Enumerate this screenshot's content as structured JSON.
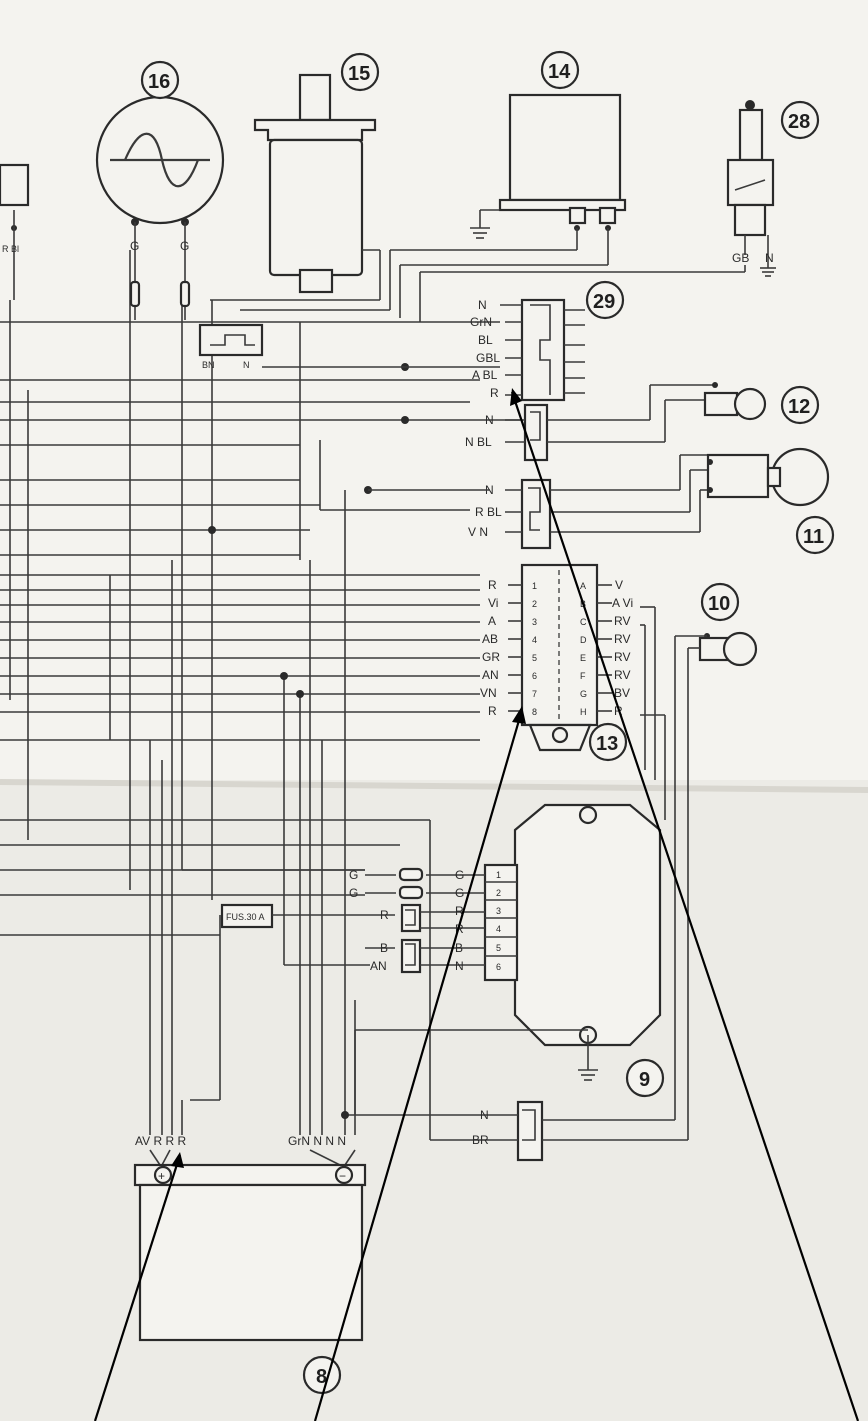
{
  "components": {
    "alternator": "16",
    "ignition_coil": "15",
    "relay": "14",
    "switch": "28",
    "connector_29": "29",
    "lamp_12": "12",
    "lamp_11": "11",
    "lamp_10": "10",
    "connector_13": "13",
    "regulator": "9",
    "battery": "8"
  },
  "alternator_wires": [
    "G",
    "G"
  ],
  "switch_wires": [
    "GB",
    "N"
  ],
  "left_edge_label": "R Bl",
  "conn_small": [
    "BN",
    "N"
  ],
  "conn29_wires": [
    "N",
    "GrN",
    "BL",
    "GBL",
    "A BL",
    "R"
  ],
  "conn12_wires": [
    "N",
    "N BL"
  ],
  "conn11_wires": [
    "N",
    "R BL",
    "V N"
  ],
  "conn13_left": [
    "R",
    "Vi",
    "A",
    "AB",
    "GR",
    "AN",
    "VN",
    "R"
  ],
  "conn13_right": [
    "V",
    "A Vi",
    "RV",
    "RV",
    "RV",
    "RV",
    "BV",
    "R"
  ],
  "conn13_pins_left": [
    "1",
    "2",
    "3",
    "4",
    "5",
    "6",
    "7",
    "8"
  ],
  "conn13_pins_right": [
    "A",
    "B",
    "C",
    "D",
    "E",
    "F",
    "G",
    "H"
  ],
  "regulator_in": [
    "G",
    "G",
    "R",
    "",
    "B",
    "AN"
  ],
  "regulator_out": [
    "G",
    "G",
    "R",
    "R",
    "B",
    "N"
  ],
  "regulator_pins": [
    "1",
    "2",
    "3",
    "4",
    "5",
    "6"
  ],
  "fuse_label": "FUS.30 A",
  "bottom_conn": [
    "N",
    "BR"
  ],
  "battery_pos_wires": "AV R R R",
  "battery_neg_wires": "GrN N N N",
  "battery_plus": "+",
  "battery_minus": "−"
}
